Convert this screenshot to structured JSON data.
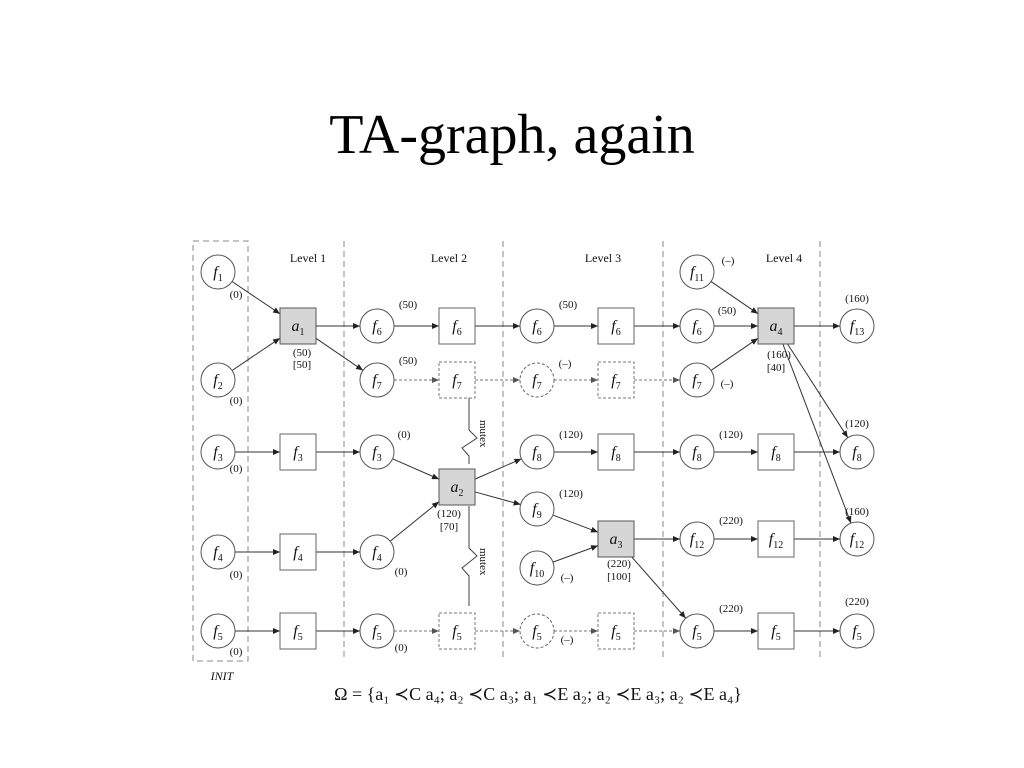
{
  "slide": {
    "title": "TA-graph, again"
  },
  "levels": {
    "init": "INIT",
    "l1": "Level 1",
    "l2": "Level 2",
    "l3": "Level 3",
    "l4": "Level 4"
  },
  "mutex_label": "mutex",
  "nodes": {
    "f1": {
      "name": "f",
      "sub": "1"
    },
    "f2": {
      "name": "f",
      "sub": "2"
    },
    "f3": {
      "name": "f",
      "sub": "3"
    },
    "f4": {
      "name": "f",
      "sub": "4"
    },
    "f5": {
      "name": "f",
      "sub": "5"
    },
    "f6": {
      "name": "f",
      "sub": "6"
    },
    "f7": {
      "name": "f",
      "sub": "7"
    },
    "f8": {
      "name": "f",
      "sub": "8"
    },
    "f9": {
      "name": "f",
      "sub": "9"
    },
    "f10": {
      "name": "f",
      "sub": "10"
    },
    "f11": {
      "name": "f",
      "sub": "11"
    },
    "f12": {
      "name": "f",
      "sub": "12"
    },
    "f13": {
      "name": "f",
      "sub": "13"
    },
    "a1": {
      "name": "a",
      "sub": "1"
    },
    "a2": {
      "name": "a",
      "sub": "2"
    },
    "a3": {
      "name": "a",
      "sub": "3"
    },
    "a4": {
      "name": "a",
      "sub": "4"
    }
  },
  "costs": {
    "init_f1": "(0)",
    "init_f2": "(0)",
    "init_f3": "(0)",
    "init_f4": "(0)",
    "init_f5": "(0)",
    "a1_time": "(50)",
    "a1_dur": "[50]",
    "l2_f6": "(50)",
    "l2_f7": "(50)",
    "l2_f3": "(0)",
    "l2_f4": "(0)",
    "l2_f5": "(0)",
    "a2_time": "(120)",
    "a2_dur": "[70]",
    "l3_f6": "(50)",
    "l3_f7": "(–)",
    "l3_f8": "(120)",
    "l3_f9": "(120)",
    "l3_f10": "(–)",
    "l3_f5": "(–)",
    "a3_time": "(220)",
    "a3_dur": "[100]",
    "l4_f11": "(–)",
    "l4_f6": "(50)",
    "l4_f7": "(–)",
    "l4_f8": "(120)",
    "l4_f12": "(220)",
    "l4_f5": "(220)",
    "a4_time": "(160)",
    "a4_dur": "[40]",
    "g_f13": "(160)",
    "g_f8": "(120)",
    "g_f12": "(160)",
    "g_f5": "(220)"
  },
  "formula": "Ω = {a₁ ≺C a₄;  a₂ ≺C a₃;  a₁ ≺E a₂; a₂ ≺E a₃; a₂ ≺E a₄}"
}
